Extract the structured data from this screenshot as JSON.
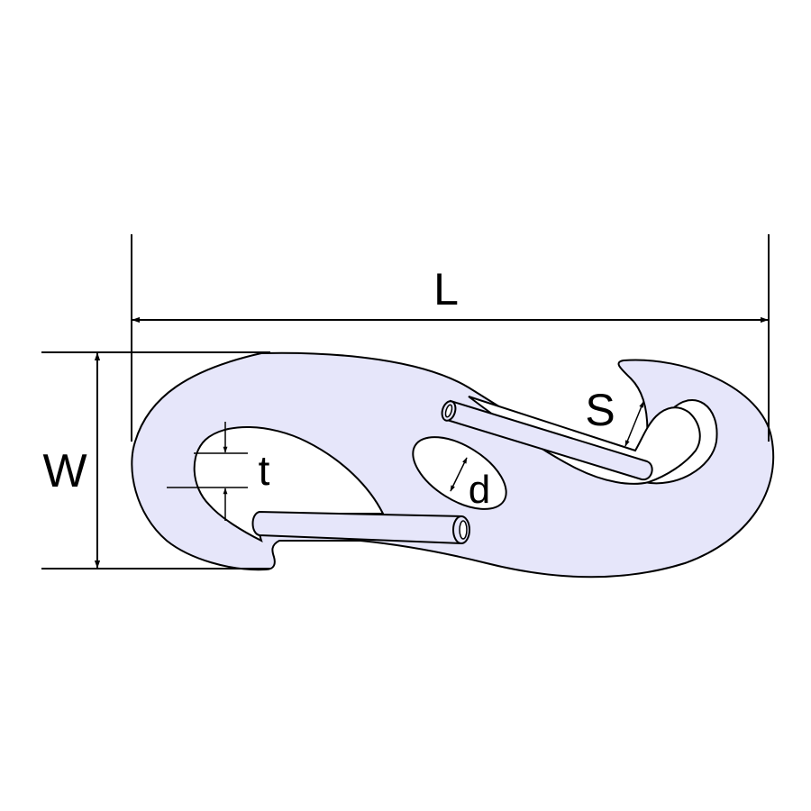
{
  "diagram": {
    "labels": {
      "length": "L",
      "width": "W",
      "thickness": "t",
      "hole_diameter": "d",
      "gate_opening": "S"
    },
    "colors": {
      "body_fill": "#e6e6fa",
      "outline": "#000000",
      "background": "#ffffff"
    }
  }
}
